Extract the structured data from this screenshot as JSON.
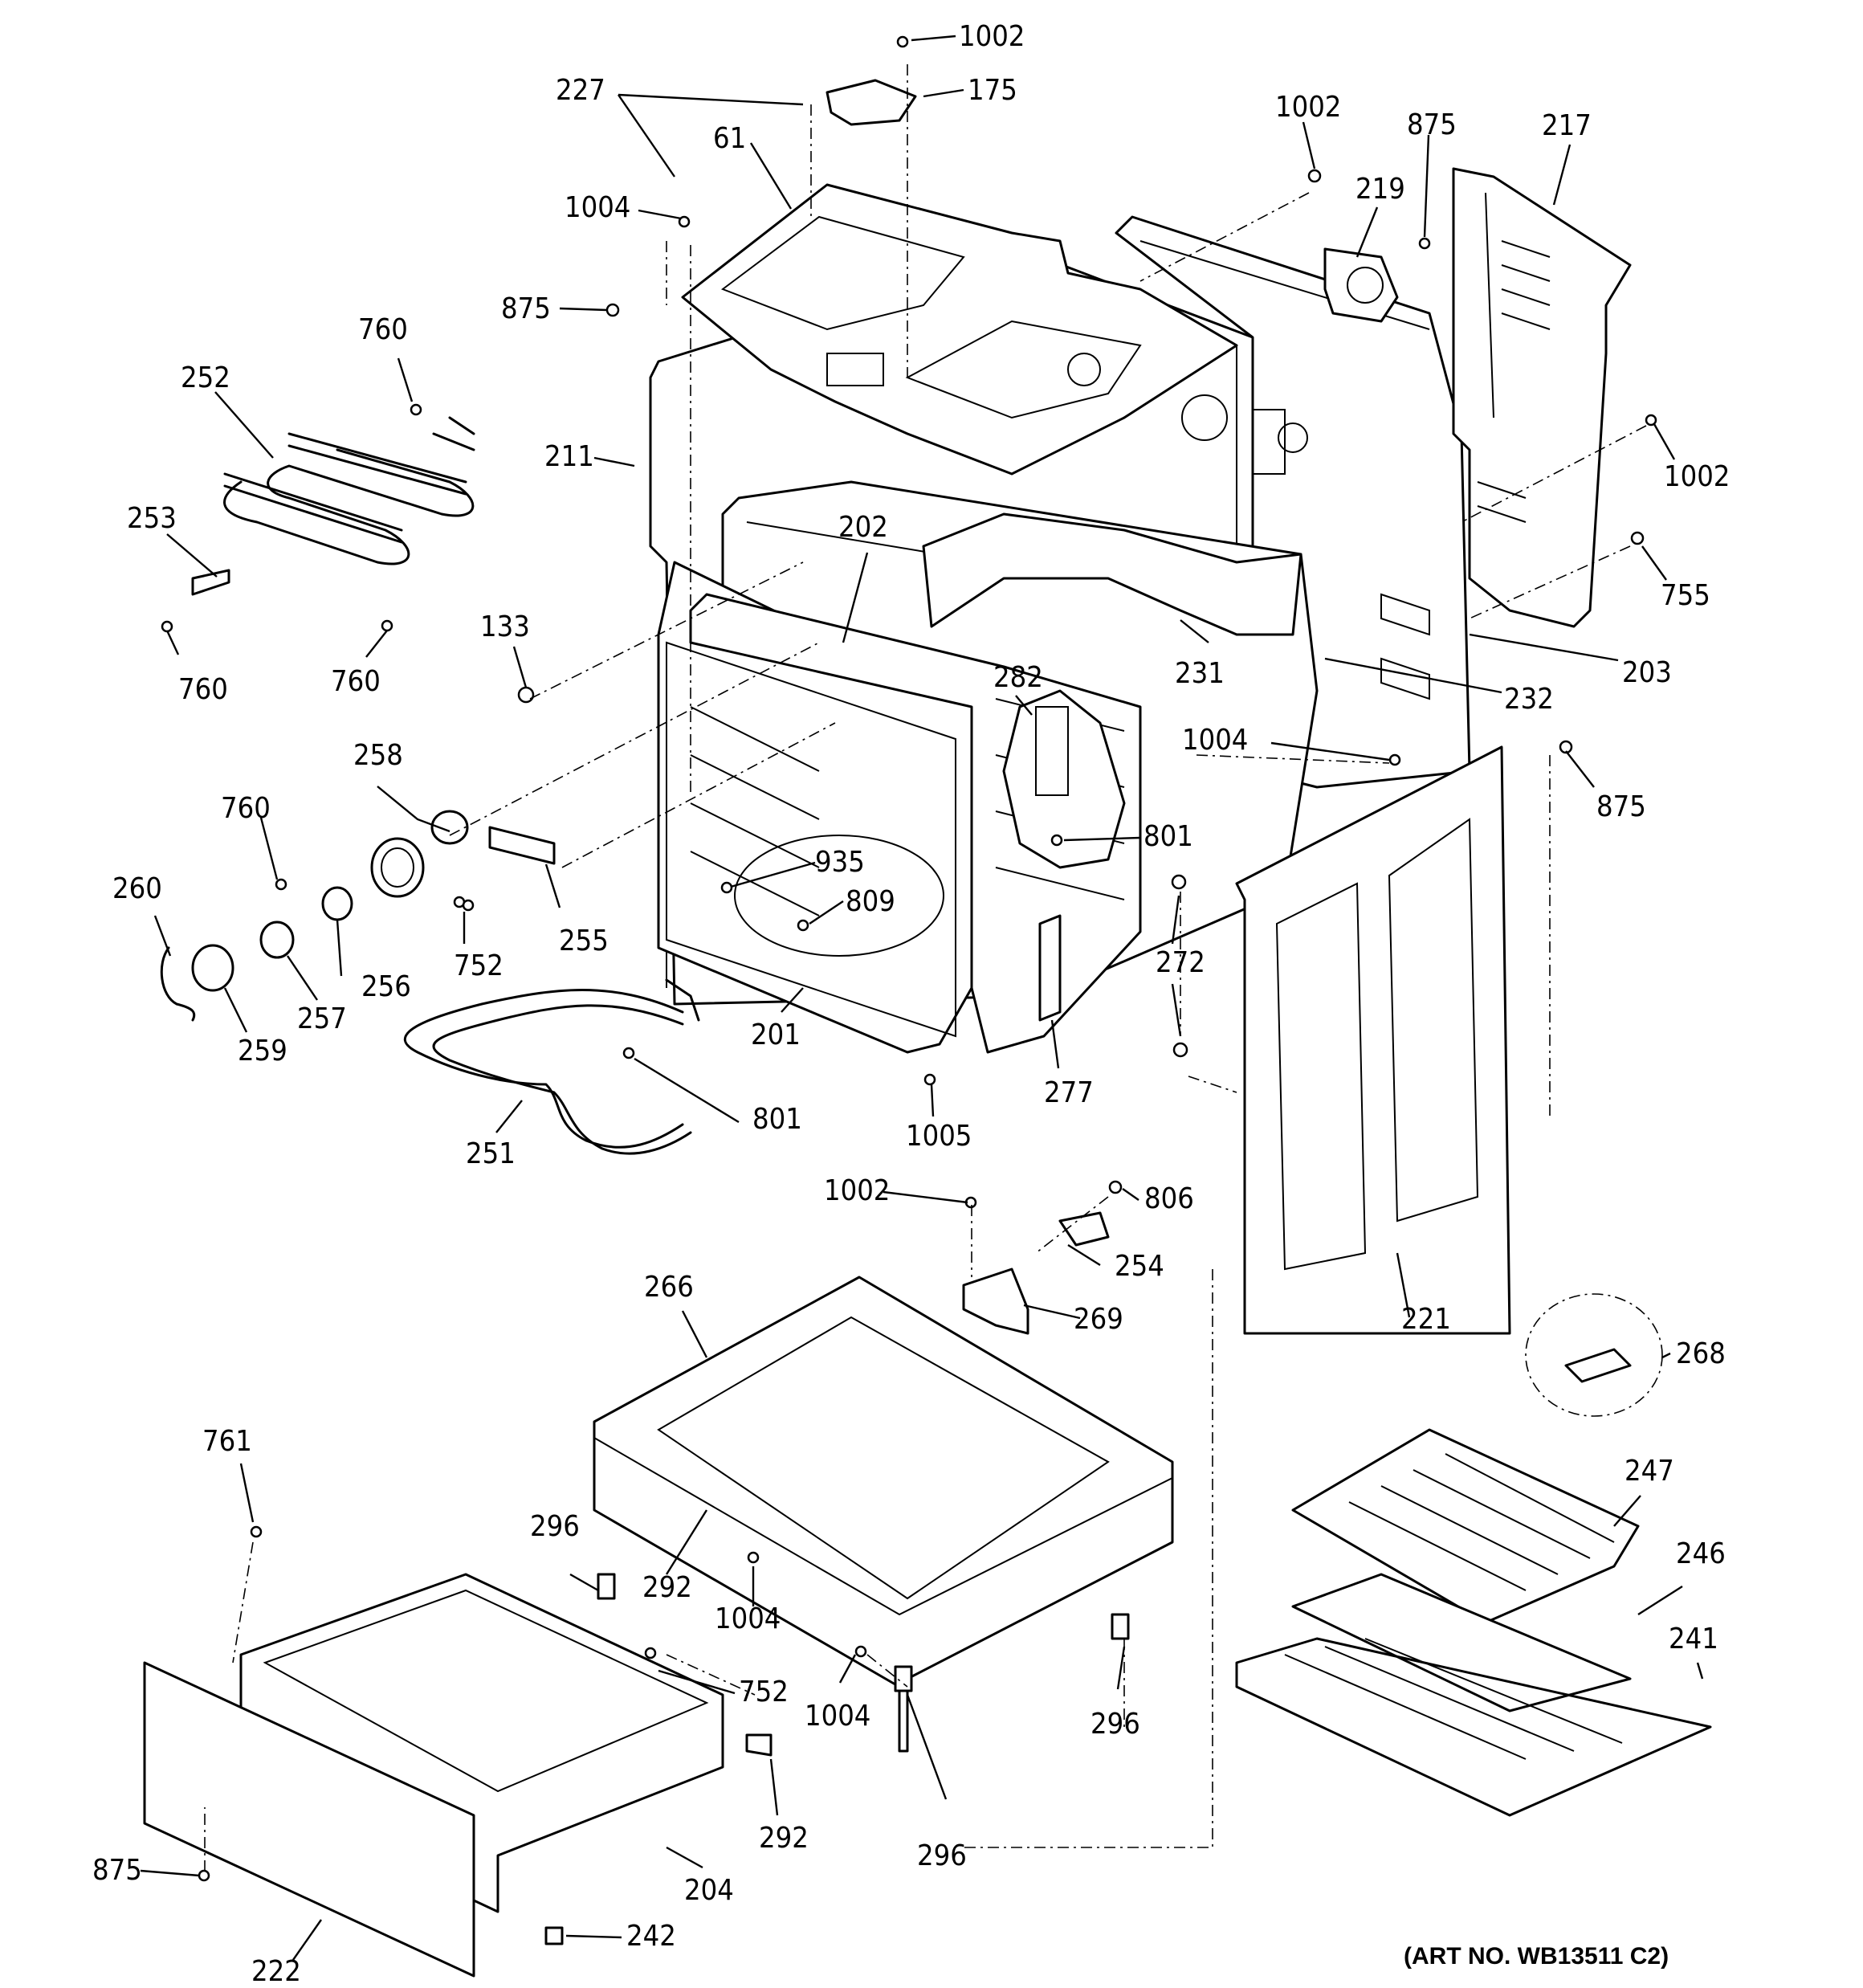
{
  "art_number": "(ART NO. WB13511 C2)",
  "callouts": [
    {
      "id": "c1002a",
      "text": "1002"
    },
    {
      "id": "c175",
      "text": "175"
    },
    {
      "id": "c227",
      "text": "227"
    },
    {
      "id": "c61",
      "text": "61"
    },
    {
      "id": "c1004a",
      "text": "1004"
    },
    {
      "id": "c875a",
      "text": "875"
    },
    {
      "id": "c760a",
      "text": "760"
    },
    {
      "id": "c252",
      "text": "252"
    },
    {
      "id": "c211",
      "text": "211"
    },
    {
      "id": "c253",
      "text": "253"
    },
    {
      "id": "c760b",
      "text": "760"
    },
    {
      "id": "c760c",
      "text": "760"
    },
    {
      "id": "c133",
      "text": "133"
    },
    {
      "id": "c202",
      "text": "202"
    },
    {
      "id": "c1002b",
      "text": "1002"
    },
    {
      "id": "c875b",
      "text": "875"
    },
    {
      "id": "c217",
      "text": "217"
    },
    {
      "id": "c219",
      "text": "219"
    },
    {
      "id": "c1002c",
      "text": "1002"
    },
    {
      "id": "c755",
      "text": "755"
    },
    {
      "id": "c203",
      "text": "203"
    },
    {
      "id": "c231",
      "text": "231"
    },
    {
      "id": "c232",
      "text": "232"
    },
    {
      "id": "c282",
      "text": "282"
    },
    {
      "id": "c1004b",
      "text": "1004"
    },
    {
      "id": "c875c",
      "text": "875"
    },
    {
      "id": "c801a",
      "text": "801"
    },
    {
      "id": "c258",
      "text": "258"
    },
    {
      "id": "c760d",
      "text": "760"
    },
    {
      "id": "c260",
      "text": "260"
    },
    {
      "id": "c935",
      "text": "935"
    },
    {
      "id": "c809",
      "text": "809"
    },
    {
      "id": "c752a",
      "text": "752"
    },
    {
      "id": "c255",
      "text": "255"
    },
    {
      "id": "c256",
      "text": "256"
    },
    {
      "id": "c257",
      "text": "257"
    },
    {
      "id": "c259",
      "text": "259"
    },
    {
      "id": "c272",
      "text": "272"
    },
    {
      "id": "c201",
      "text": "201"
    },
    {
      "id": "c277",
      "text": "277"
    },
    {
      "id": "c801b",
      "text": "801"
    },
    {
      "id": "c251",
      "text": "251"
    },
    {
      "id": "c1005",
      "text": "1005"
    },
    {
      "id": "c1002d",
      "text": "1002"
    },
    {
      "id": "c806",
      "text": "806"
    },
    {
      "id": "c254",
      "text": "254"
    },
    {
      "id": "c266",
      "text": "266"
    },
    {
      "id": "c269",
      "text": "269"
    },
    {
      "id": "c221",
      "text": "221"
    },
    {
      "id": "c268",
      "text": "268"
    },
    {
      "id": "c761",
      "text": "761"
    },
    {
      "id": "c247",
      "text": "247"
    },
    {
      "id": "c296a",
      "text": "296"
    },
    {
      "id": "c292a",
      "text": "292"
    },
    {
      "id": "c1004c",
      "text": "1004"
    },
    {
      "id": "c246",
      "text": "246"
    },
    {
      "id": "c241",
      "text": "241"
    },
    {
      "id": "c752b",
      "text": "752"
    },
    {
      "id": "c1004d",
      "text": "1004"
    },
    {
      "id": "c296b",
      "text": "296"
    },
    {
      "id": "c292b",
      "text": "292"
    },
    {
      "id": "c296c",
      "text": "296"
    },
    {
      "id": "c875d",
      "text": "875"
    },
    {
      "id": "c204",
      "text": "204"
    },
    {
      "id": "c222",
      "text": "222"
    },
    {
      "id": "c242",
      "text": "242"
    }
  ]
}
